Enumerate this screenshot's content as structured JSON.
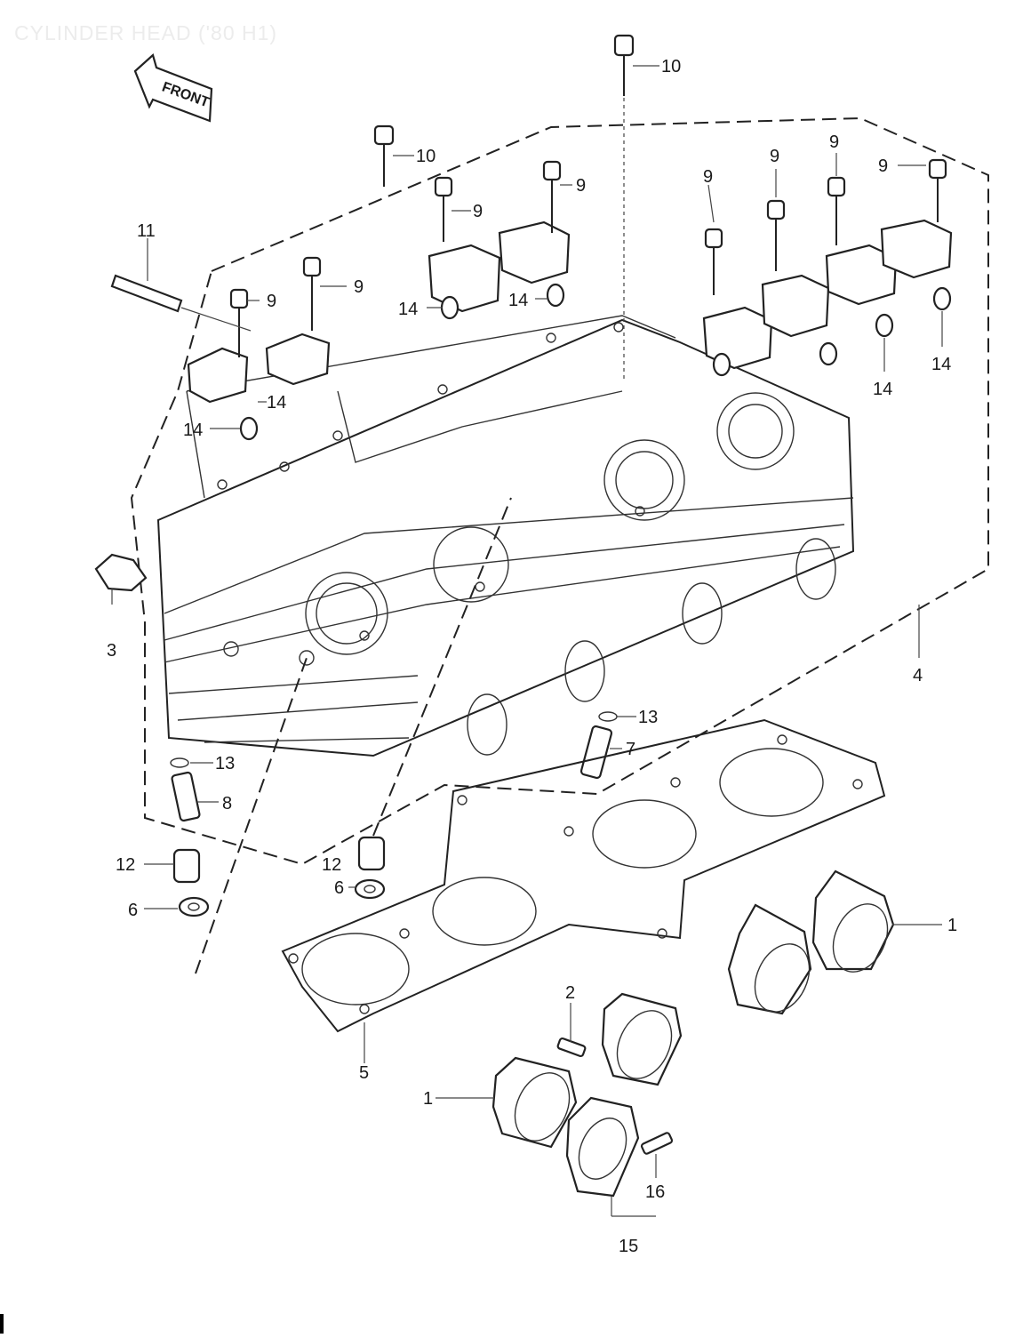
{
  "title": "CYLINDER HEAD ('80 H1)",
  "front_label": "FRONT",
  "callouts": [
    "1",
    "2",
    "3",
    "4",
    "5",
    "6",
    "7",
    "8",
    "9",
    "10",
    "11",
    "12",
    "13",
    "14",
    "15",
    "16"
  ]
}
